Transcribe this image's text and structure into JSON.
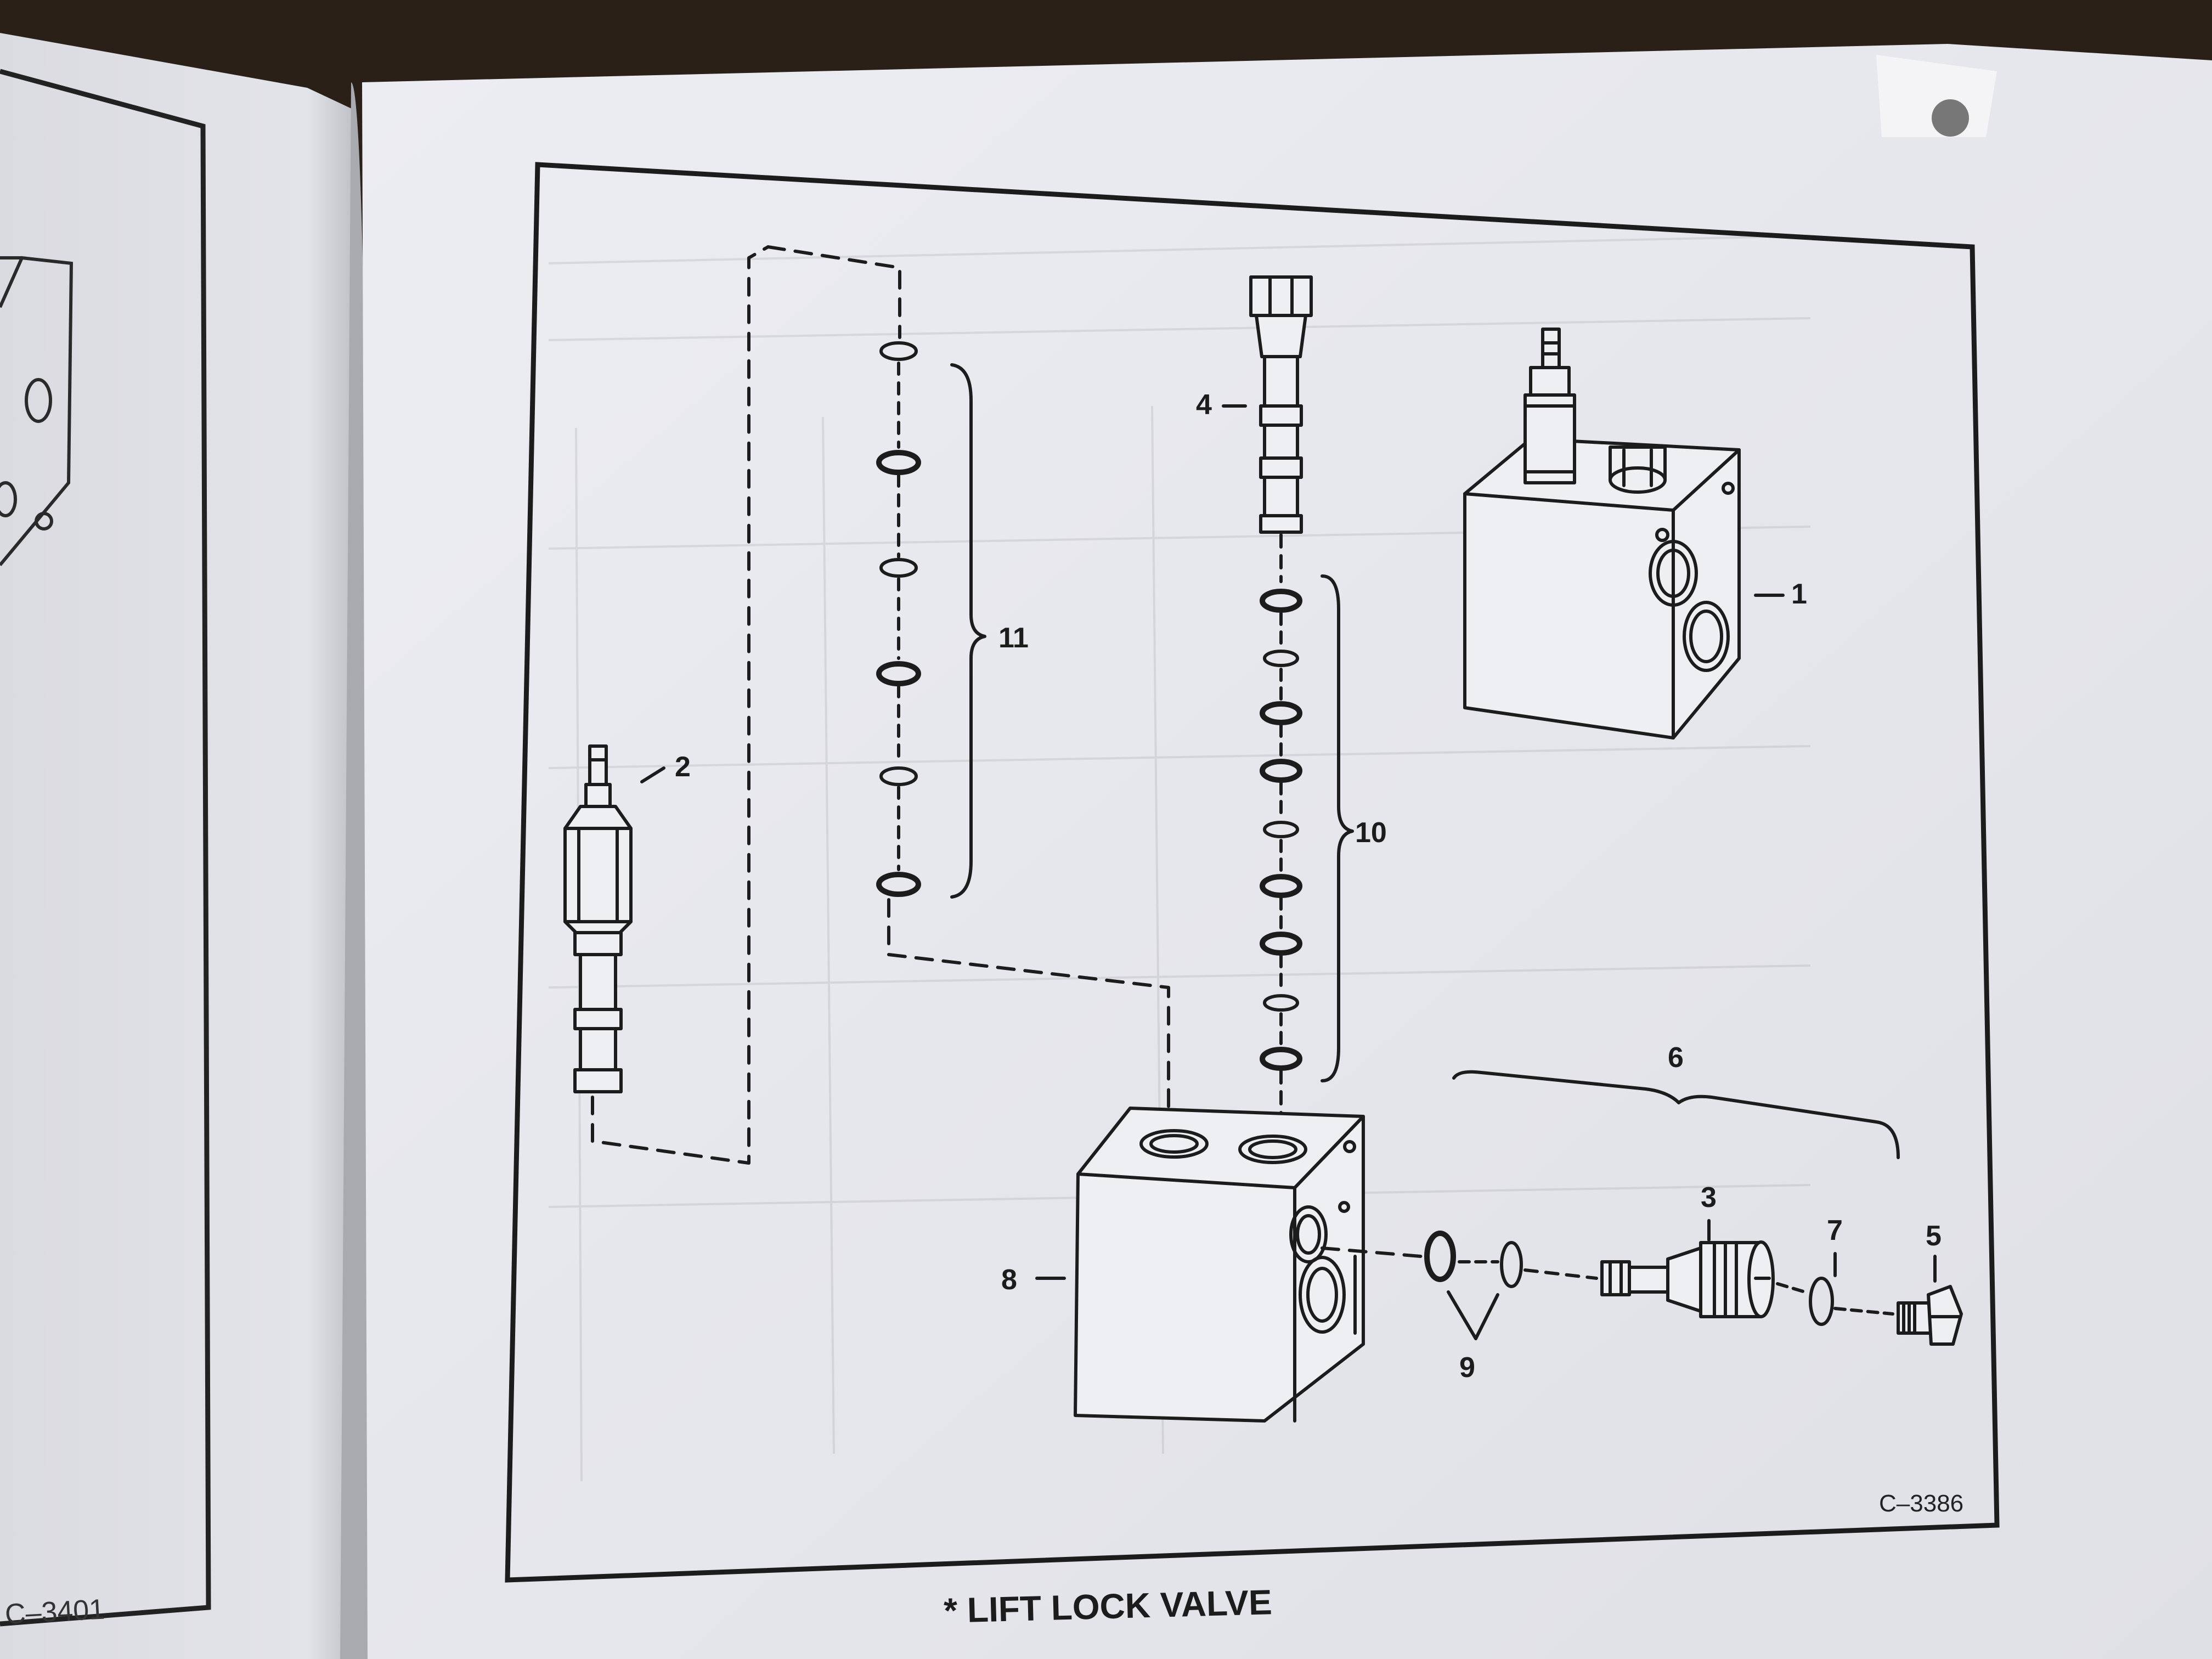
{
  "left_page": {
    "figure_code": "C–3401"
  },
  "diagram": {
    "figure_code": "C–3386",
    "caption": "* LIFT LOCK VALVE",
    "callouts": {
      "p1": "1",
      "p2": "2",
      "p3": "3",
      "p4": "4",
      "p5": "5",
      "p6": "6",
      "p7": "7",
      "p8": "8",
      "p9": "9",
      "p10": "10",
      "p11": "11"
    }
  }
}
